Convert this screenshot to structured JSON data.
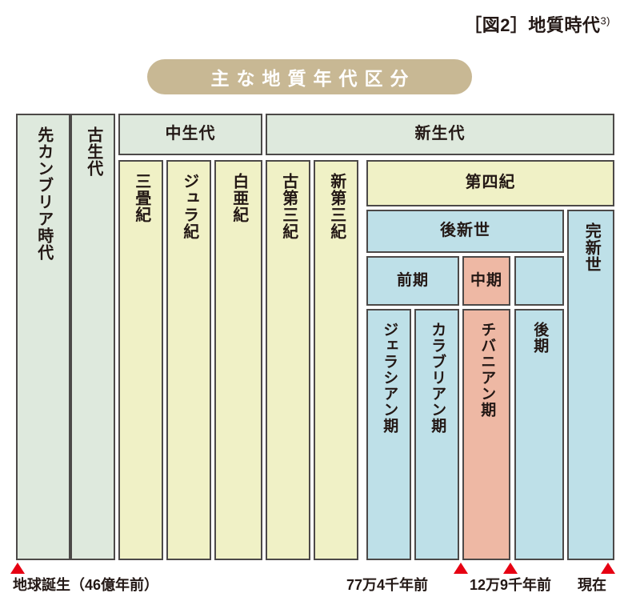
{
  "figure": {
    "caption": "［図2］地質時代",
    "caption_note": "3)",
    "banner_title": "主な地質年代区分"
  },
  "colors": {
    "banner_bg": "#c8b894",
    "era_green": "#dee9dd",
    "period_yellow": "#f0f1c6",
    "epoch_blue": "#bee0e8",
    "chibanian_salmon": "#eeb8a4",
    "border": "#4c4948",
    "marker_red": "#e60012",
    "text": "#231815"
  },
  "chart_data": {
    "type": "table",
    "title": "主な地質年代区分",
    "orientation": "horizontal-time-axis",
    "rows": [
      {
        "level": "era",
        "cells": [
          {
            "label": "先カンブリア時代",
            "fill": "era_green",
            "orient": "vertical",
            "rowspan": "full"
          },
          {
            "label": "古生代",
            "fill": "era_green",
            "orient": "vertical",
            "rowspan": "full"
          },
          {
            "label": "中生代",
            "fill": "era_green",
            "orient": "horizontal"
          },
          {
            "label": "新生代",
            "fill": "era_green",
            "orient": "horizontal"
          }
        ]
      },
      {
        "level": "period",
        "cells": [
          {
            "label": "三畳紀",
            "fill": "period_yellow",
            "orient": "vertical"
          },
          {
            "label": "ジュラ紀",
            "fill": "period_yellow",
            "orient": "vertical"
          },
          {
            "label": "白亜紀",
            "fill": "period_yellow",
            "orient": "vertical"
          },
          {
            "label": "古第三紀",
            "fill": "period_yellow",
            "orient": "vertical"
          },
          {
            "label": "新第三紀",
            "fill": "period_yellow",
            "orient": "vertical"
          },
          {
            "label": "第四紀",
            "fill": "period_yellow",
            "orient": "horizontal"
          }
        ]
      },
      {
        "level": "epoch",
        "cells": [
          {
            "label": "後新世",
            "fill": "epoch_blue",
            "orient": "horizontal"
          },
          {
            "label": "完新世",
            "fill": "epoch_blue",
            "orient": "vertical"
          }
        ]
      },
      {
        "level": "sub-epoch",
        "cells": [
          {
            "label": "前期",
            "fill": "epoch_blue",
            "orient": "horizontal"
          },
          {
            "label": "中期",
            "fill": "chibanian_salmon",
            "orient": "horizontal"
          },
          {
            "label": "",
            "fill": "epoch_blue",
            "orient": "horizontal"
          }
        ]
      },
      {
        "level": "age",
        "cells": [
          {
            "label": "ジェラシアン期",
            "fill": "epoch_blue",
            "orient": "vertical"
          },
          {
            "label": "カラブリアン期",
            "fill": "epoch_blue",
            "orient": "vertical"
          },
          {
            "label": "チバニアン期",
            "fill": "chibanian_salmon",
            "orient": "vertical"
          },
          {
            "label": "後期",
            "fill": "epoch_blue",
            "orient": "vertical"
          }
        ]
      }
    ],
    "markers": [
      {
        "label": "地球誕生（46億年前）",
        "value": "4600000000",
        "align": "left"
      },
      {
        "label": "77万4千年前",
        "value": "774000",
        "align": "boundary"
      },
      {
        "label": "12万9千年前",
        "value": "129000",
        "align": "boundary"
      },
      {
        "label": "現在",
        "value": "0",
        "align": "right"
      }
    ]
  },
  "cells": {
    "precambrian": "先カンブリア時代",
    "paleozoic": "古生代",
    "mesozoic": "中生代",
    "cenozoic": "新生代",
    "triassic": "三畳紀",
    "jurassic": "ジュラ紀",
    "cretaceous": "白亜紀",
    "paleogene": "古第三紀",
    "neogene": "新第三紀",
    "quaternary": "第四紀",
    "pleistocene": "後新世",
    "holocene": "完新世",
    "early": "前期",
    "middle": "中期",
    "late_blank": "",
    "gelasian": "ジェラシアン期",
    "calabrian": "カラブリアン期",
    "chibanian": "チバニアン期",
    "late": "後期"
  },
  "axis": {
    "earth_birth": "地球誕生（46億年前）",
    "age_774k": "77万4千年前",
    "age_129k": "12万9千年前",
    "present": "現在"
  }
}
